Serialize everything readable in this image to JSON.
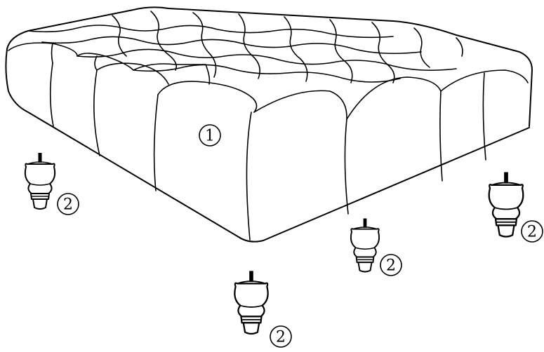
{
  "callouts": {
    "ottoman_body": "1",
    "leg_left": "2",
    "leg_front": "2",
    "leg_middle": "2",
    "leg_right": "2"
  }
}
